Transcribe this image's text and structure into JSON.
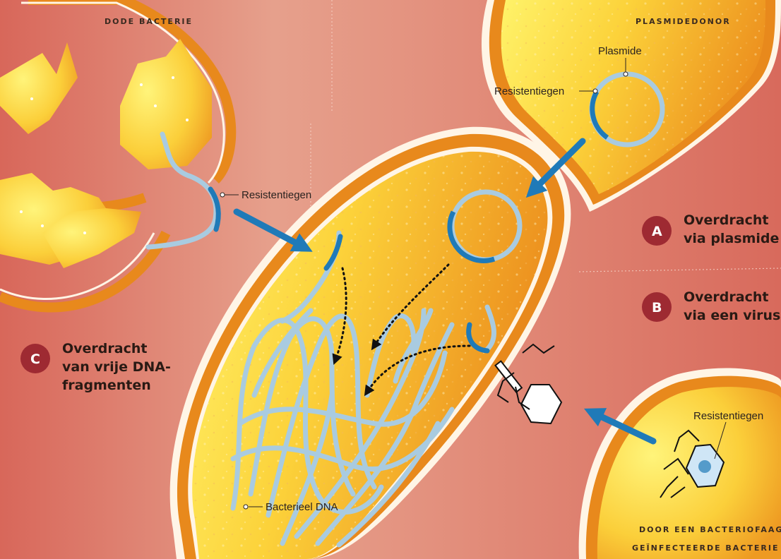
{
  "labels": {
    "dead_bacterium": "DODE BACTERIE",
    "plasmid_donor": "PLASMIDEDONOR",
    "plasmid": "Plasmide",
    "gene_plasmid": "Resistentiegen",
    "gene_fragment": "Resistentiegen",
    "gene_phage": "Resistentiegen",
    "bacterial_dna": "Bacterieel DNA",
    "phage_line1": "DOOR EEN BACTERIOFAAG",
    "phage_line2": "GEÏNFECTEERDE BACTERIE"
  },
  "legend": [
    {
      "letter": "A",
      "line1": "Overdracht",
      "line2": "via plasmide",
      "line3": ""
    },
    {
      "letter": "B",
      "line1": "Overdracht",
      "line2": "via een virus",
      "line3": ""
    },
    {
      "letter": "C",
      "line1": "Overdracht",
      "line2": "van vrije DNA-",
      "line3": "fragmenten"
    }
  ],
  "colors": {
    "background": "#d9705e",
    "membrane_orange": "#e8891c",
    "cytoplasm_yellow": "#fcd23a",
    "dna": "#a9cbe0",
    "gene": "#1f7ab8",
    "badge": "#9e2a32"
  }
}
